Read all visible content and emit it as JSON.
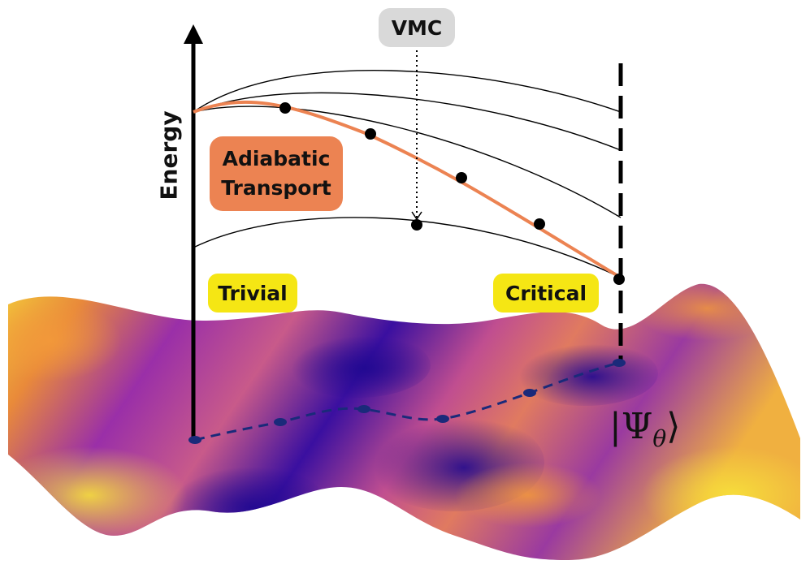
{
  "labels": {
    "axis": "Energy",
    "vmc": "VMC",
    "adiabatic_line1": "Adiabatic",
    "adiabatic_line2": "Transport",
    "trivial": "Trivial",
    "critical": "Critical",
    "psi_open": "|Ψ",
    "psi_sub": "θ",
    "psi_close": "⟩"
  },
  "colors": {
    "adiabatic_path": "#ec8352",
    "label_yellow": "#f5e614",
    "vmc_box": "#d9d9d9",
    "dashed_path": "#1a2a7a",
    "surface_low": "#2a0fa0",
    "surface_mid": "#b64a9c",
    "surface_high": "#f2d232"
  }
}
